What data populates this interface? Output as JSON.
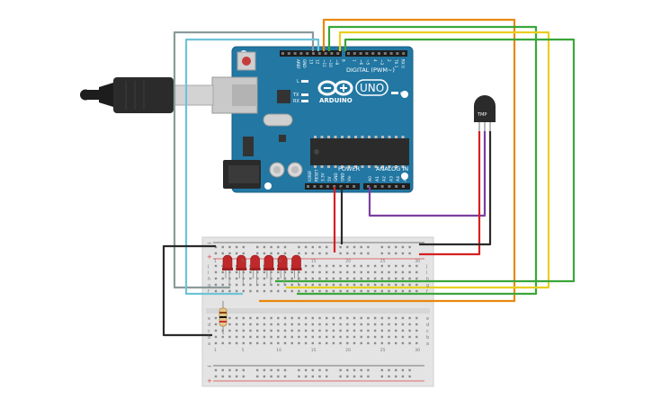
{
  "board": {
    "brand": "ARDUINO",
    "model": "UNO",
    "digital_label": "DIGITAL (PWM~)",
    "power_label": "POWER",
    "analog_label": "ANALOG IN",
    "on_label": "ON",
    "l_label": "L",
    "tx_label": "TX",
    "rx_label": "RX",
    "digital_pins": [
      "AREF",
      "GND",
      "13",
      "12",
      "~11",
      "~10",
      "~9",
      "8",
      "7",
      "~6",
      "~5",
      "4",
      "~3",
      "2",
      "TX 1",
      "RX 0"
    ],
    "power_pins": [
      "IOREF",
      "RESET",
      "3.3V",
      "5V",
      "GND",
      "GND",
      "Vin"
    ],
    "analog_pins": [
      "A0",
      "A1",
      "A2",
      "A3",
      "A4",
      "A5"
    ]
  },
  "sensor": {
    "label": "TMP"
  },
  "breadboard": {
    "plus_sign": "+",
    "minus_sign": "−",
    "rows_top": [
      "j",
      "i",
      "h",
      "g",
      "f"
    ],
    "rows_bottom": [
      "e",
      "d",
      "c",
      "b",
      "a"
    ],
    "column_numbers": [
      "1",
      "5",
      "10",
      "15",
      "20",
      "25",
      "30"
    ]
  },
  "colors": {
    "wire_orange": "#e8890c",
    "wire_green": "#3aa63a",
    "wire_yellow": "#e8cf20",
    "wire_purple": "#7b3fa0",
    "wire_red": "#d62020",
    "wire_black": "#2a2a2a",
    "wire_gray": "#8a9a9a",
    "wire_cyan": "#6ec3d8",
    "board_blue": "#2277a3",
    "led_red": "#c0282a"
  }
}
